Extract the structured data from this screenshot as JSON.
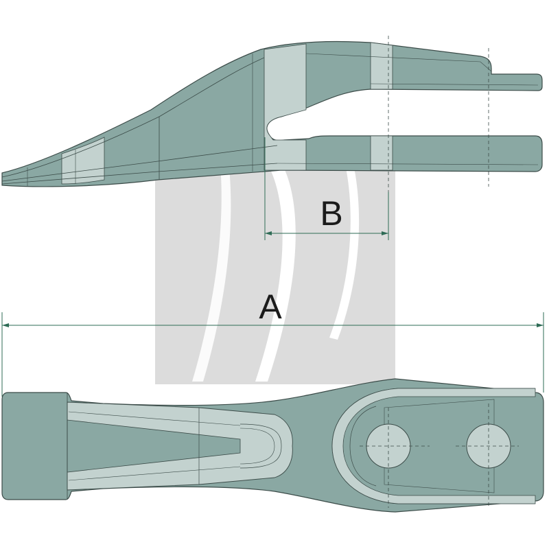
{
  "labels": {
    "dimension_a": "A",
    "dimension_b": "B"
  },
  "colors": {
    "part_fill": "#8aa8a3",
    "part_light": "#c3d2cf",
    "outline": "#3b4b48",
    "dimension_line": "#2e6b55",
    "watermark": "#d3d3d3",
    "background": "#ffffff"
  },
  "views": [
    "side-view",
    "top-view"
  ],
  "icons": {
    "watermark": "grey-tine-watermark-icon"
  }
}
